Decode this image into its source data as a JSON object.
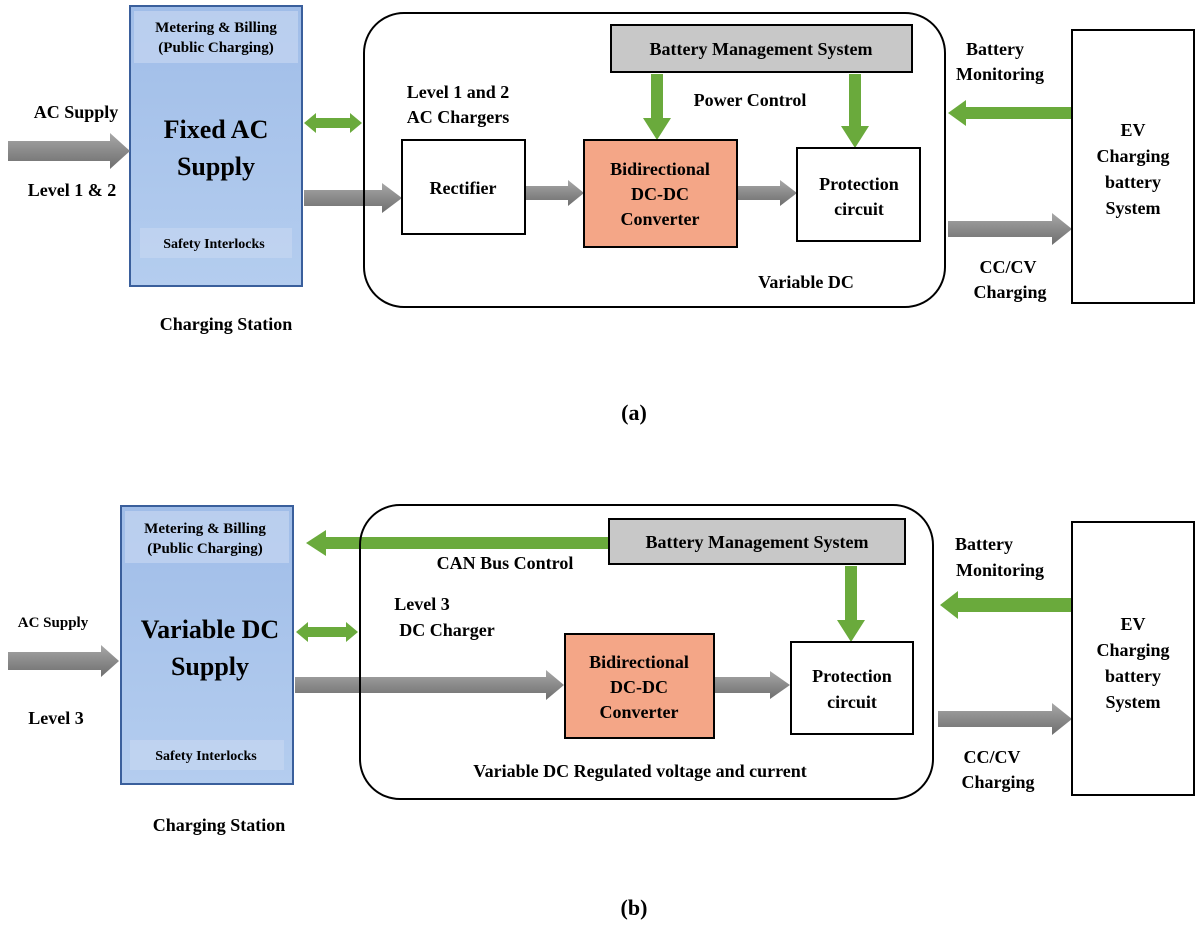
{
  "panel_a": {
    "caption": "(a)",
    "station": {
      "header_line1": "Metering & Billing",
      "header_line2": "(Public Charging)",
      "title_line1": "Fixed AC",
      "title_line2": "Supply",
      "interlocks": "Safety Interlocks",
      "label": "Charging Station"
    },
    "ac_supply": "AC Supply",
    "level": "Level 1 & 2",
    "charger_label_line1": "Level 1 and 2",
    "charger_label_line2": "AC Chargers",
    "bms": "Battery Management System",
    "power_control": "Power Control",
    "rectifier": "Rectifier",
    "converter_line1": "Bidirectional",
    "converter_line2": "DC-DC",
    "converter_line3": "Converter",
    "protection_line1": "Protection",
    "protection_line2": "circuit",
    "output_label": "Variable DC",
    "monitoring_line1": "Battery",
    "monitoring_line2": "Monitoring",
    "charging_line1": "CC/CV",
    "charging_line2": "Charging",
    "ev_line1": "EV",
    "ev_line2": "Charging",
    "ev_line3": "battery",
    "ev_line4": "System"
  },
  "panel_b": {
    "caption": "(b)",
    "station": {
      "header_line1": "Metering & Billing",
      "header_line2": "(Public Charging)",
      "title_line1": "Variable DC",
      "title_line2": "Supply",
      "interlocks": "Safety Interlocks",
      "label": "Charging Station"
    },
    "ac_supply": "AC Supply",
    "level": "Level 3",
    "charger_label_line1": "Level 3",
    "charger_label_line2": "DC Charger",
    "bms": "Battery Management System",
    "can_bus": "CAN Bus  Control",
    "converter_line1": "Bidirectional",
    "converter_line2": "DC-DC",
    "converter_line3": "Converter",
    "protection_line1": "Protection",
    "protection_line2": "circuit",
    "output_label": "Variable DC Regulated voltage and current",
    "monitoring_line1": "Battery",
    "monitoring_line2": "Monitoring",
    "charging_line1": "CC/CV",
    "charging_line2": "Charging",
    "ev_line1": "EV",
    "ev_line2": "Charging",
    "ev_line3": "battery",
    "ev_line4": "System"
  },
  "colors": {
    "station_fill": "#a9c4ea",
    "station_stroke": "#3a5f9c",
    "bms_fill": "#c8c8c8",
    "converter_fill": "#f4a687",
    "green_arrow": "#6aaa3c",
    "gray_arrow": "#8c8c8c"
  }
}
